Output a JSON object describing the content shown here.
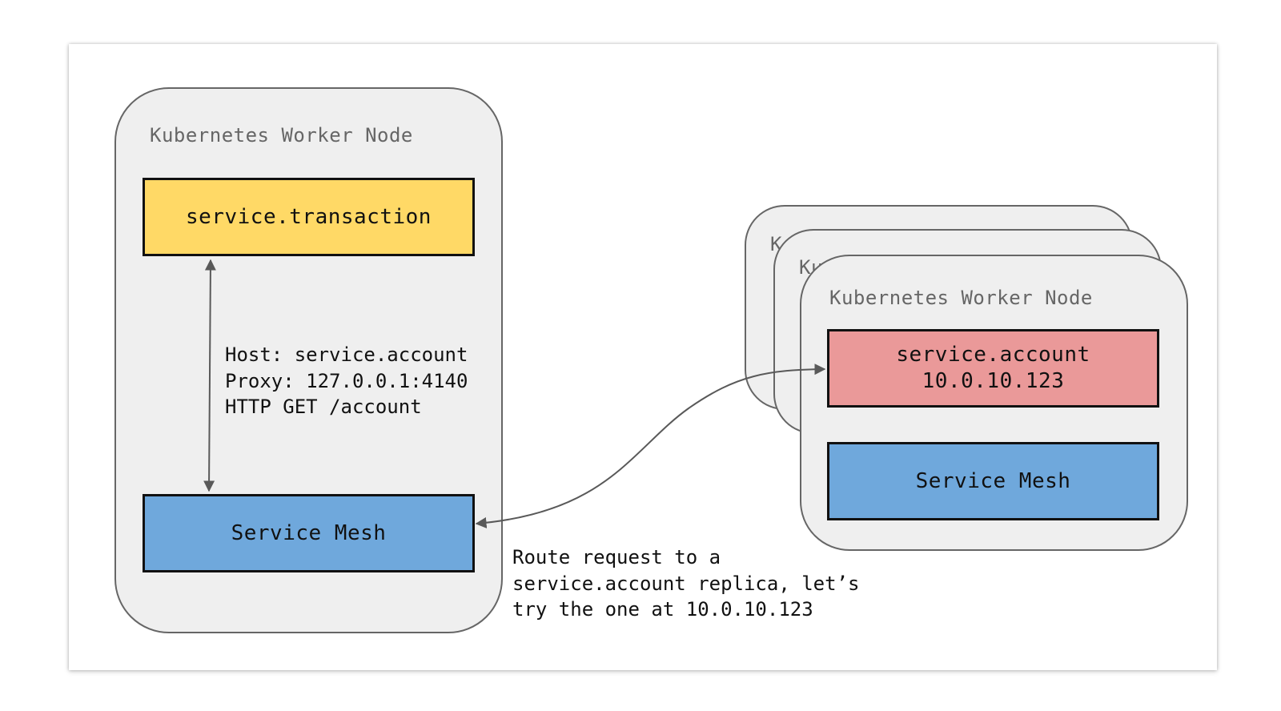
{
  "colors": {
    "node_fill": "#efefef",
    "node_border": "#666666",
    "transaction_fill": "#ffd966",
    "account_fill": "#ea9999",
    "mesh_fill": "#6fa8dc",
    "arrow": "#595959"
  },
  "left_node": {
    "label": "Kubernetes Worker Node",
    "service": "service.transaction",
    "mesh": "Service Mesh"
  },
  "request_note": {
    "lines": [
      "Host: service.account",
      "Proxy: 127.0.0.1:4140",
      "HTTP GET /account"
    ]
  },
  "route_note": {
    "lines": [
      "Route request to a",
      "service.account replica, let’s",
      "try the one at 10.0.10.123"
    ]
  },
  "right_stack": {
    "back_labels": [
      "K",
      "Ku"
    ],
    "front_label": "Kubernetes Worker Node",
    "service_name": "service.account",
    "service_ip": "10.0.10.123",
    "mesh": "Service Mesh"
  }
}
